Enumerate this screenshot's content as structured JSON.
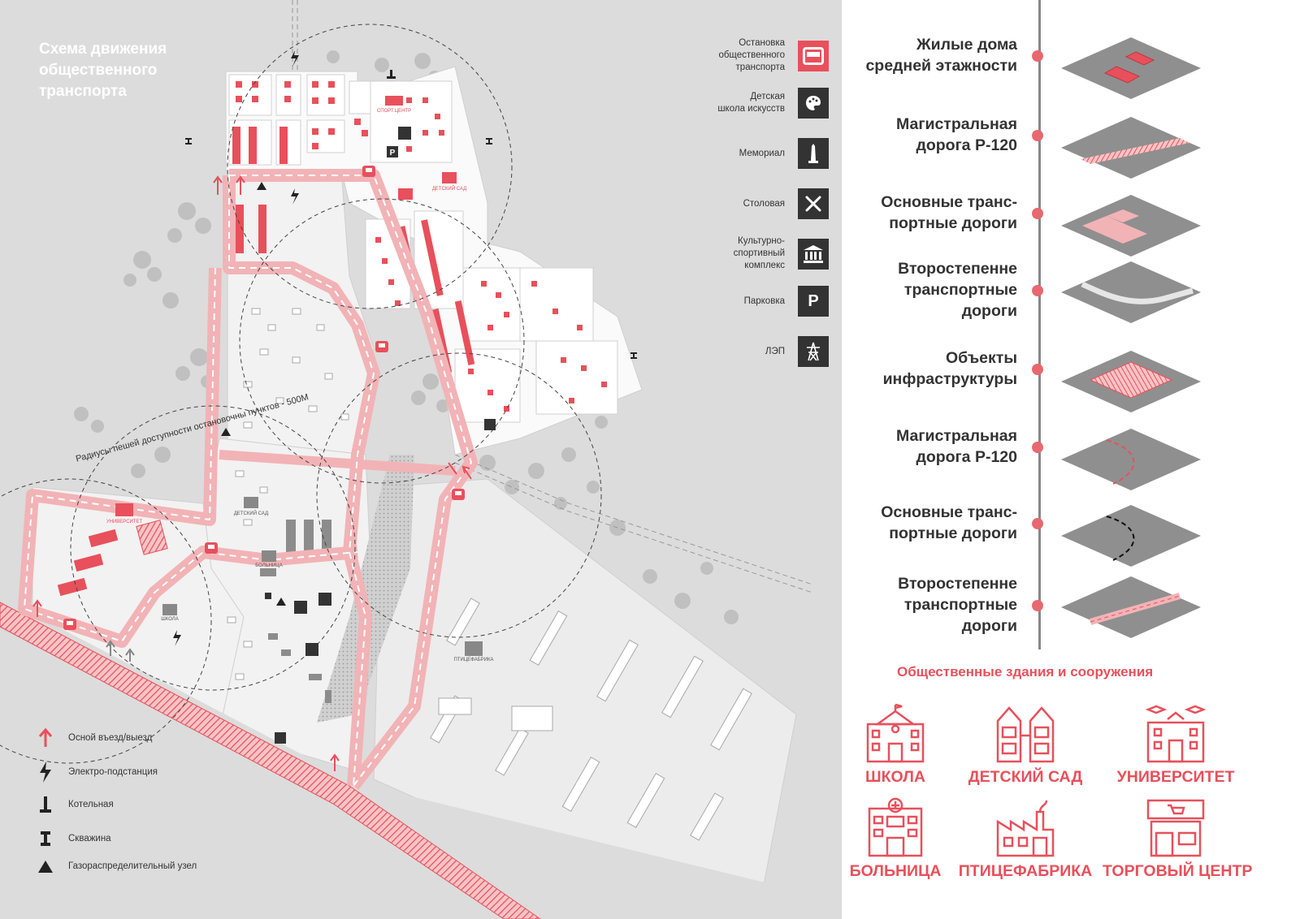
{
  "map": {
    "title_lines": [
      "Схема движения",
      "общественного",
      "транспорта"
    ],
    "radius_label": "Радиусы пешей доступности остановочны пунктов - 500М",
    "building_labels": {
      "sport_center": "СПОРТ.ЦЕНТР",
      "kindergarten_north": "ДЕТСКИЙ САД",
      "kindergarten_south": "ДЕТСКИЙ САД",
      "hospital": "БОЛЬНИЦА",
      "university": "УНИВЕРСИТЕТ",
      "school": "ШКОЛА",
      "poultry": "ПТИЦЕФАБРИКА"
    }
  },
  "icon_legend": [
    {
      "label": "Остановка общественного транспорта",
      "lines": [
        "Остановка",
        "общественного",
        "транспорта"
      ],
      "icon": "bus-icon",
      "accent": "#e8505b"
    },
    {
      "label": "Детская школа искусств",
      "lines": [
        "Детская",
        "школа искусств"
      ],
      "icon": "palette-icon",
      "accent": "#333333"
    },
    {
      "label": "Мемориал",
      "lines": [
        "Мемориал"
      ],
      "icon": "obelisk-icon",
      "accent": "#333333"
    },
    {
      "label": "Столовая",
      "lines": [
        "Столовая"
      ],
      "icon": "fork-knife-icon",
      "accent": "#333333"
    },
    {
      "label": "Культурно-спортивный комплекс",
      "lines": [
        "Культурно-",
        "спортивный",
        "комплекс"
      ],
      "icon": "museum-icon",
      "accent": "#333333"
    },
    {
      "label": "Парковка",
      "lines": [
        "Парковка"
      ],
      "icon": "parking-icon",
      "glyph": "P",
      "accent": "#333333"
    },
    {
      "label": "ЛЭП",
      "lines": [
        "ЛЭП"
      ],
      "icon": "power-tower-icon",
      "accent": "#333333"
    }
  ],
  "bottom_legend": [
    {
      "label": "Осной въезд/выезд",
      "icon": "arrow-up-icon"
    },
    {
      "label": "Электро-подстанция",
      "icon": "lightning-icon"
    },
    {
      "label": "Котельная",
      "icon": "boiler-icon"
    },
    {
      "label": "Скважина",
      "icon": "well-icon"
    },
    {
      "label": "Газораспределительный узел",
      "icon": "triangle-icon"
    }
  ],
  "zone_legend": [
    {
      "lines": [
        "Жилые дома",
        "средней этажности"
      ],
      "tile": "residential-tile"
    },
    {
      "lines": [
        "Магистральная",
        "дорога Р-120"
      ],
      "tile": "highway-tile"
    },
    {
      "lines": [
        "Основные транс-",
        "портные дороги"
      ],
      "tile": "main-road-tile"
    },
    {
      "lines": [
        "Второстепенне",
        "транспортные",
        "дороги"
      ],
      "tile": "secondary-road-tile"
    },
    {
      "lines": [
        "Объекты",
        "инфраструктуры"
      ],
      "tile": "infrastructure-tile"
    },
    {
      "lines": [
        "Магистральная",
        "дорога Р-120"
      ],
      "tile": "highway-route-tile"
    },
    {
      "lines": [
        "Основные транс-",
        "портные дороги"
      ],
      "tile": "main-route-tile"
    },
    {
      "lines": [
        "Второстепенне",
        "транспортные",
        "дороги"
      ],
      "tile": "secondary-route-tile"
    }
  ],
  "public_buildings": {
    "title": "Общественные здания  и сооружения",
    "items": [
      {
        "label": "ШКОЛА",
        "icon": "school-icon"
      },
      {
        "label": "ДЕТСКИЙ САД",
        "icon": "kindergarten-icon"
      },
      {
        "label": "УНИВЕРСИТЕТ",
        "icon": "university-icon"
      },
      {
        "label": "БОЛЬНИЦА",
        "icon": "hospital-icon"
      },
      {
        "label": "ПТИЦЕФАБРИКА",
        "icon": "factory-icon"
      },
      {
        "label": "ТОРГОВЫЙ ЦЕНТР",
        "icon": "shopping-center-icon"
      }
    ]
  },
  "colors": {
    "accent": "#e8505b",
    "road_pink": "#f2b3b6",
    "map_bg": "#dcdcdc",
    "dark_icon": "#333333",
    "line_gray": "#888888"
  }
}
